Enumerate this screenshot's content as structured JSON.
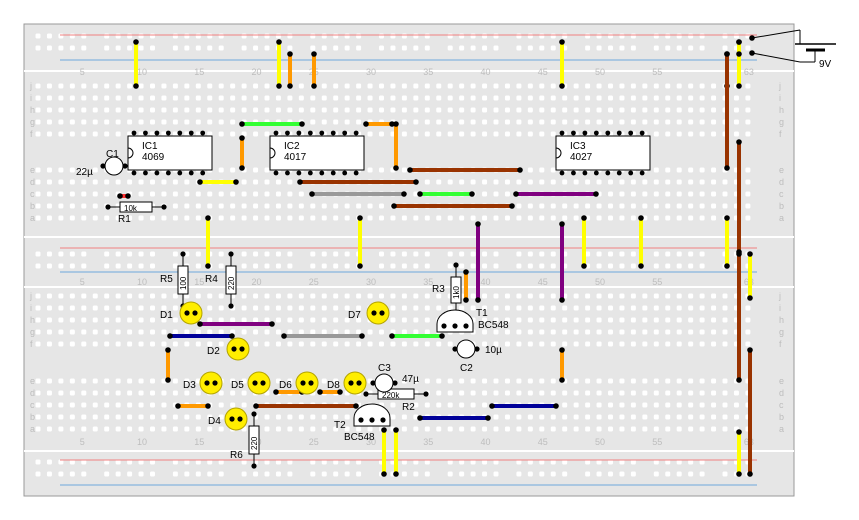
{
  "battery": {
    "label": "9V"
  },
  "column_numbers": [
    "5",
    "10",
    "15",
    "20",
    "25",
    "30",
    "35",
    "40",
    "45",
    "50",
    "55",
    "63"
  ],
  "row_letters_top": [
    "j",
    "i",
    "h",
    "g",
    "f"
  ],
  "row_letters_bottom": [
    "e",
    "d",
    "c",
    "b",
    "a"
  ],
  "ics": [
    {
      "ref": "IC1",
      "part": "4069"
    },
    {
      "ref": "IC2",
      "part": "4017"
    },
    {
      "ref": "IC3",
      "part": "4027"
    }
  ],
  "resistors": [
    {
      "ref": "R1",
      "value": "10k"
    },
    {
      "ref": "R2",
      "value": "220k"
    },
    {
      "ref": "R3",
      "value": "1k0"
    },
    {
      "ref": "R4",
      "value": "220"
    },
    {
      "ref": "R5",
      "value": "100"
    },
    {
      "ref": "R6",
      "value": "220"
    }
  ],
  "capacitors": [
    {
      "ref": "C1",
      "value": "22µ"
    },
    {
      "ref": "C2",
      "value": "10µ"
    },
    {
      "ref": "C3",
      "value": "47µ"
    }
  ],
  "transistors": [
    {
      "ref": "T1",
      "part": "BC548"
    },
    {
      "ref": "T2",
      "part": "BC548"
    }
  ],
  "leds": [
    "D1",
    "D2",
    "D3",
    "D4",
    "D5",
    "D6",
    "D7",
    "D8"
  ],
  "colors": {
    "board": "#e6e6e6",
    "hole": "#ffffff",
    "rail_red": "#f08080",
    "rail_blue": "#6fa8dc",
    "yellow": "#ffff00",
    "orange": "#ff9900",
    "green": "#33ff33",
    "brown": "#993300",
    "purple": "#800080",
    "navy": "#000099",
    "gray": "#999999",
    "red": "#ff3333",
    "led": "#ffee00"
  }
}
